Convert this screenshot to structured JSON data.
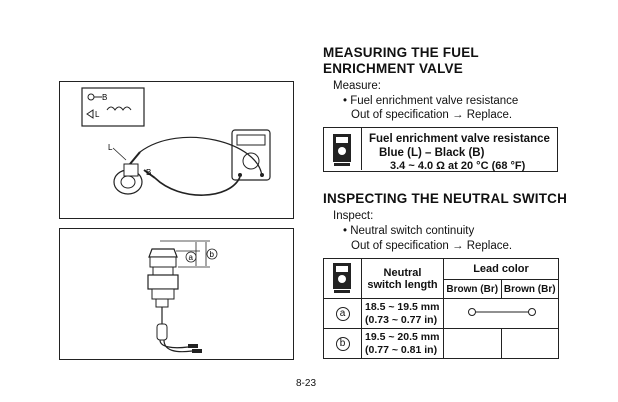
{
  "figure_valve": {
    "label_b": "B",
    "label_l": "L"
  },
  "figure_switch": {
    "label_a": "a",
    "label_b": "b"
  },
  "section1": {
    "title_line1": "MEASURING THE FUEL",
    "title_line2": "ENRICHMENT VALVE",
    "measure_label": "Measure:",
    "item": "• Fuel enrichment valve resistance",
    "out_of_spec": "Out of specification → Replace.",
    "spec_title": "Fuel enrichment valve resistance",
    "spec_leads": "Blue (L) – Black (B)",
    "spec_value": "3.4 ~ 4.0 Ω at 20 °C (68 °F)"
  },
  "section2": {
    "title": "INSPECTING THE NEUTRAL SWITCH",
    "inspect_label": "Inspect:",
    "item": "• Neutral switch continuity",
    "out_of_spec": "Out of specification → Replace.",
    "table": {
      "col_length_line1": "Neutral",
      "col_length_line2": "switch length",
      "col_lead_color": "Lead color",
      "lead1": "Brown (Br)",
      "lead2": "Brown (Br)",
      "rows": [
        {
          "marker": "a",
          "mm": "18.5 ~ 19.5 mm",
          "inch": "(0.73 ~ 0.77 in)",
          "continuity": true
        },
        {
          "marker": "b",
          "mm": "19.5 ~ 20.5 mm",
          "inch": "(0.77 ~ 0.81 in)",
          "continuity": false
        }
      ]
    }
  },
  "page_number": "8-23"
}
